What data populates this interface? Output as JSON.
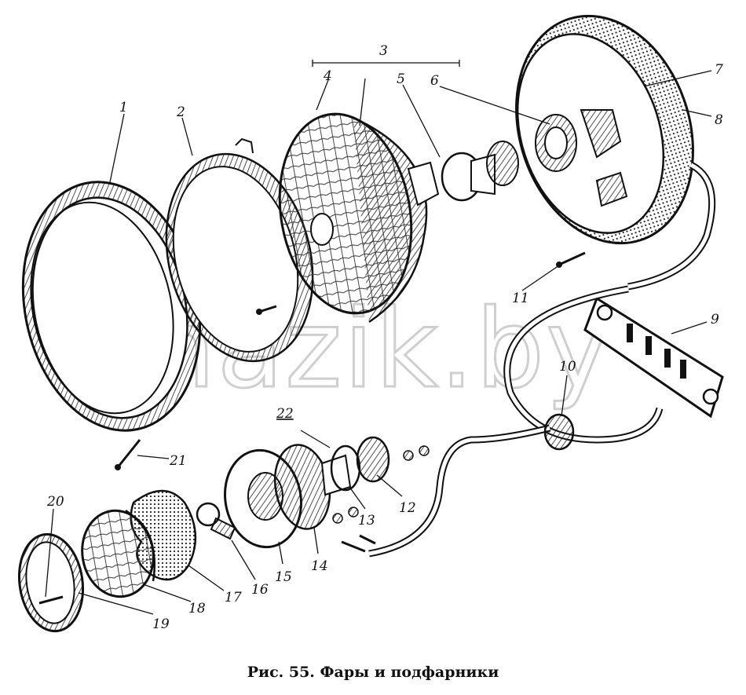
{
  "caption": "Рис. 55. Фары и подфарники",
  "watermark": "mazik.by",
  "part_labels": [
    "1",
    "2",
    "3",
    "4",
    "5",
    "6",
    "7",
    "8",
    "9",
    "10",
    "11",
    "12",
    "13",
    "14",
    "15",
    "16",
    "17",
    "18",
    "19",
    "20",
    "21",
    "22"
  ]
}
